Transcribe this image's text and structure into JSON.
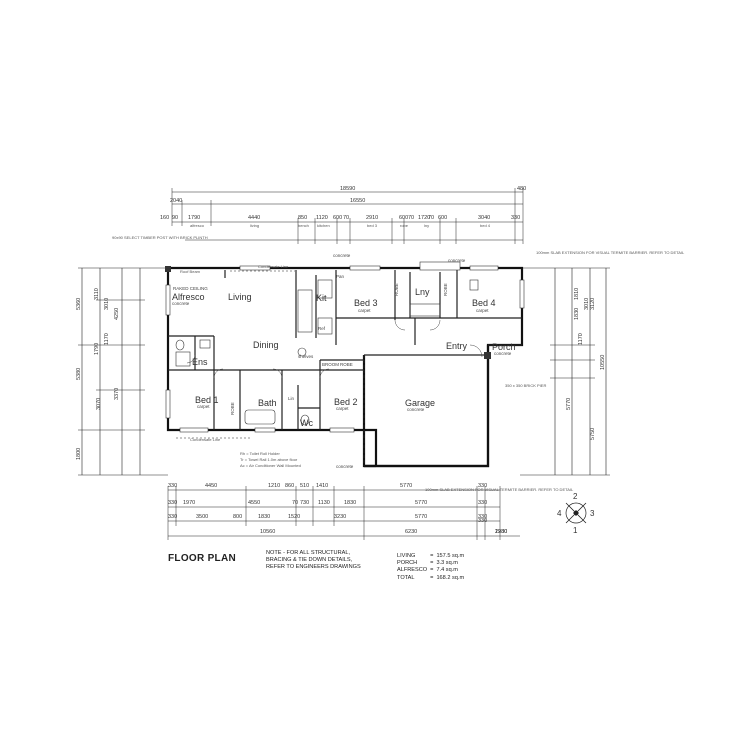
{
  "title": "FLOOR PLAN",
  "note": [
    "NOTE - FOR ALL STRUCTURAL,",
    "BRACING & TIE DOWN DETAILS,",
    "REFER TO ENGINEERS DRAWINGS"
  ],
  "areas": [
    {
      "label": "LIVING",
      "eq": "=",
      "value": "157.5 sq.m"
    },
    {
      "label": "PORCH",
      "eq": "=",
      "value": "3.3 sq.m"
    },
    {
      "label": "ALFRESCO",
      "eq": "=",
      "value": "7.4 sq.m"
    },
    {
      "label": "TOTAL",
      "eq": "=",
      "value": "168.2 sq.m"
    }
  ],
  "rooms": {
    "alfresco": "Alfresco",
    "alfresco_sub": "concrete",
    "raked": "RAKED CEILING",
    "living": "Living",
    "kit": "Kit",
    "bed3": "Bed 3",
    "bed3_sub": "carpet",
    "lny": "Lny",
    "bed4": "Bed 4",
    "bed4_sub": "carpet",
    "dining": "Dining",
    "ens": "Ens",
    "entry": "Entry",
    "porch": "Porch",
    "porch_sub": "concrete",
    "bed1": "Bed 1",
    "bed1_sub": "carpet",
    "bath": "Bath",
    "bed2": "Bed 2",
    "bed2_sub": "carpet",
    "garage": "Garage",
    "garage_sub": "concrete",
    "wc": "Wc",
    "pan": "Pan",
    "robe": "ROBE",
    "broom": "BROOM",
    "shelves": "shelves",
    "linen": "Lin",
    "fridge": "Ref",
    "concrete": "concrete"
  },
  "notes": {
    "roof_beam": "Roof Beam",
    "cond_line": "Condensate Line",
    "post": "90x90 SELECT TIMBER POST WITH BRICK PLINTH",
    "slab_top": "100mm SLAB EXTENSION FOR VISUAL TERMITE BARRIER. REFER TO DETAIL",
    "slab_bot": "100mm SLAB EXTENSION FOR VISUAL TERMITE BARRIER. REFER TO DETAIL",
    "pier": "350 x 350 BRICK PIER",
    "legend_rh": "Rh = Toilet Roll Holder",
    "legend_tr": "Tr = Towel Rail 1.0m above floor",
    "legend_ac": "Ac = Air Conditioner Wall Mounted"
  },
  "dims_top": {
    "overall": "18590",
    "right": "480",
    "r2_left": "2040",
    "r2_mid": "16550",
    "r3": [
      "160",
      "90",
      "1790",
      "4440",
      "850",
      "1120",
      "600",
      "70",
      "2910",
      "600",
      "70",
      "1720",
      "70",
      "600",
      "3040",
      "330"
    ],
    "r3_sub": [
      "alfresco",
      "living",
      "bench",
      "kitchen",
      "bed 3",
      "robe",
      "lny",
      "bed 4"
    ]
  },
  "dims_bottom": {
    "r1": [
      "330",
      "4450",
      "1210",
      "860",
      "510",
      "1410",
      "5770",
      "330"
    ],
    "r2": [
      "330",
      "1970",
      "4550",
      "70",
      "730",
      "1130",
      "1830",
      "5770",
      "330"
    ],
    "r3": [
      "330",
      "3500",
      "800",
      "1830",
      "1520",
      "3230",
      "5770",
      "330"
    ],
    "r4": [
      "10560",
      "6230",
      "1930",
      "330",
      "2280"
    ]
  },
  "dims_left": [
    "5360",
    "3110",
    "3010",
    "4250",
    "5380",
    "1800",
    "3370",
    "1790",
    "1170",
    "3070"
  ],
  "dims_right": [
    "3120",
    "10550",
    "5750",
    "5770",
    "1830",
    "1170",
    "1810",
    "3010"
  ],
  "compass": {
    "n": "2",
    "w": "4",
    "e": "3",
    "s": "1"
  }
}
